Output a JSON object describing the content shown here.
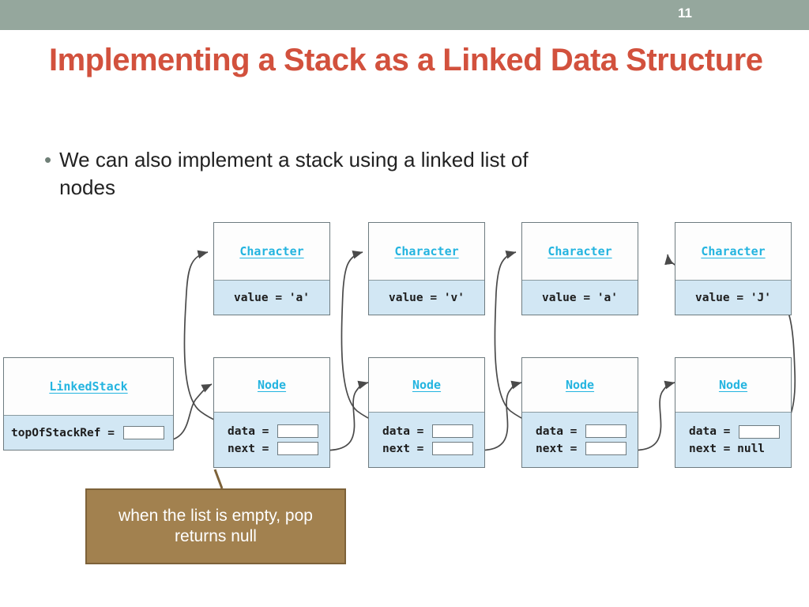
{
  "slide": {
    "number": "11",
    "title": "Implementing a Stack as a Linked Data Structure",
    "bullet_marker": "•",
    "bullet_text": "We can also implement a stack using a linked list of nodes",
    "banner_color": "#95a79d",
    "title_color": "#d2513d"
  },
  "diagram": {
    "stack_object": {
      "class_label": "LinkedStack",
      "field_label": "topOfStackRef = ",
      "field_slot": "pointer-slot"
    },
    "character_objects": [
      {
        "class_label": "Character",
        "value_text": "value = 'a'"
      },
      {
        "class_label": "Character",
        "value_text": "value = 'v'"
      },
      {
        "class_label": "Character",
        "value_text": "value = 'a'"
      },
      {
        "class_label": "Character",
        "value_text": "value = 'J'"
      }
    ],
    "node_objects": [
      {
        "class_label": "Node",
        "data_label": "data = ",
        "next_label": "next = ",
        "next_value": "",
        "next_is_null": false
      },
      {
        "class_label": "Node",
        "data_label": "data = ",
        "next_label": "next = ",
        "next_value": "",
        "next_is_null": false
      },
      {
        "class_label": "Node",
        "data_label": "data = ",
        "next_label": "next = ",
        "next_value": "",
        "next_is_null": false
      },
      {
        "class_label": "Node",
        "data_label": "data = ",
        "next_label": "next = null",
        "next_value": "null",
        "next_is_null": true
      }
    ],
    "callout": {
      "text": "when the list is empty, pop returns null",
      "fill_color": "#a2814f",
      "border_color": "#7d6239"
    },
    "colors": {
      "class_name_color": "#23b4e0",
      "box_body_fill": "#d2e7f4",
      "box_border": "#6e7b80",
      "arrow_color": "#4a4a4a"
    }
  }
}
